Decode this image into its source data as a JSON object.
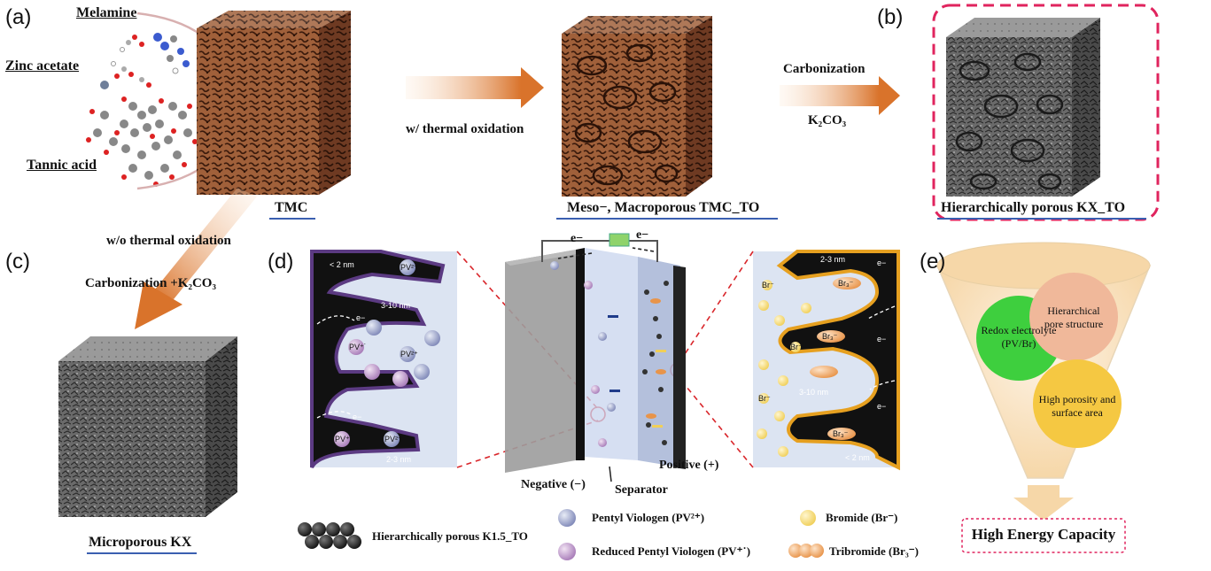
{
  "panel_labels": {
    "a": "(a)",
    "b": "(b)",
    "c": "(c)",
    "d": "(d)",
    "e": "(e)"
  },
  "panel_a": {
    "precursors": [
      "Melamine",
      "Zinc acetate",
      "Tannic acid"
    ],
    "tmc_label": "TMC",
    "arrow_thermal_oxidation": "w/ thermal oxidation",
    "tmc_to_label": "Meso−, Macroporous TMC_TO",
    "carbonization_label": "Carbonization",
    "k2co3_label": "K₂CO₃"
  },
  "panel_b": {
    "label": "Hierarchically porous KX_TO"
  },
  "panel_c": {
    "arrow_no_oxidation": "w/o thermal oxidation",
    "carbonization_label": "Carbonization +K₂CO₃",
    "label": "Microporous KX"
  },
  "panel_d": {
    "left_inset": {
      "pore_lt2": "< 2 nm",
      "pore_3_10": "3-10 nm",
      "pore_2_3": "2-3 nm",
      "electron": "e−",
      "pv2": "PV²⁺",
      "pvr": "PV⁺˙"
    },
    "right_inset": {
      "pore_2_3": "2-3 nm",
      "pore_3_10": "3-10 nm",
      "pore_lt2": "< 2 nm",
      "electron": "e−",
      "br": "Br⁻",
      "br3": "Br₃⁻"
    },
    "cell": {
      "electron_left": "e−",
      "electron_right": "e−",
      "negative": "Negative (−)",
      "positive": "Positive (+)",
      "separator": "Separator"
    },
    "legend": {
      "hierarchical": "Hierarchically porous K1.5_TO",
      "pv2": "Pentyl Viologen (PV²⁺)",
      "pvr": "Reduced Pentyl Viologen (PV⁺˙)",
      "bromide": "Bromide (Br⁻)",
      "tribromide": "Tribromide (Br₃⁻)"
    }
  },
  "panel_e": {
    "circle_redox": "Redox electrolyte (PV/Br)",
    "circle_pore": "Hierarchical pore structure",
    "circle_porosity": "High porosity and surface area",
    "result": "High Energy Capacity"
  },
  "colors": {
    "tmc_brown": "#8a4a2a",
    "arrow_orange": "#d9732b",
    "frame_pink": "#e0245e",
    "caption_blue": "#3a5fb0",
    "pore_purple": "#4a2e6e",
    "pore_orange": "#e6a020",
    "circle_green": "#3ecf3e",
    "circle_peach": "#f0b89a",
    "circle_yellow": "#f5c842"
  }
}
